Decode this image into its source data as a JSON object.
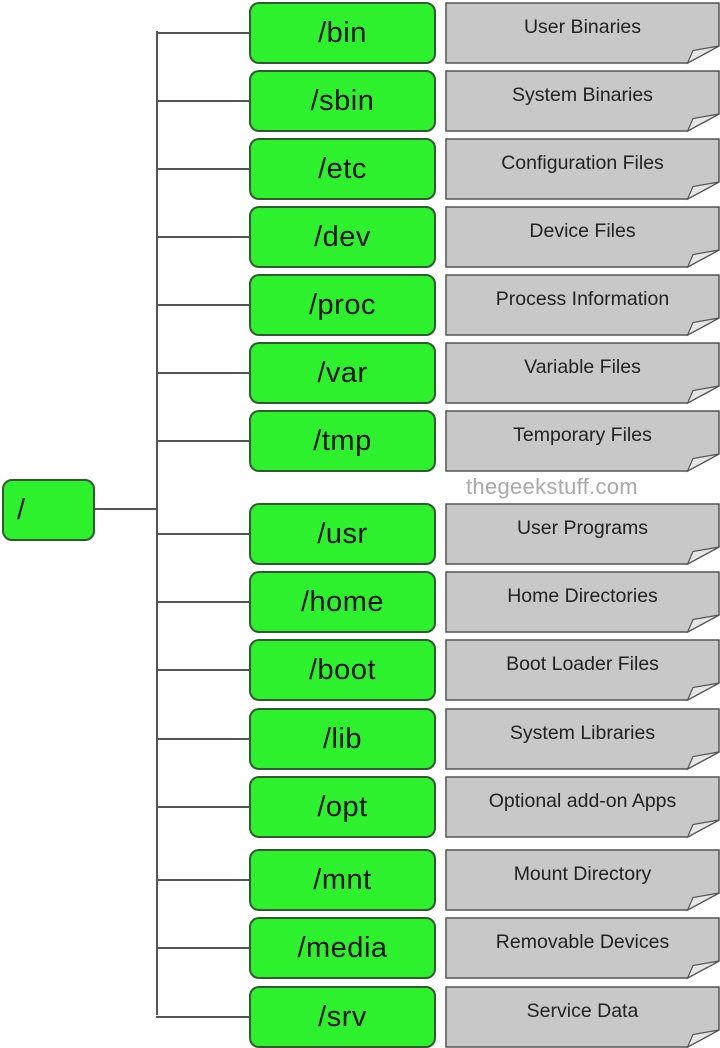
{
  "root": {
    "label": "/"
  },
  "watermark": "thegeekstuff.com",
  "colors": {
    "dir_fill": "#2df12d",
    "dir_border": "#2e5c2e",
    "note_fill": "#c8c8c8",
    "note_border": "#555555",
    "connector": "#555555"
  },
  "directories": [
    {
      "path": "/bin",
      "description": "User Binaries"
    },
    {
      "path": "/sbin",
      "description": "System Binaries"
    },
    {
      "path": "/etc",
      "description": "Configuration Files"
    },
    {
      "path": "/dev",
      "description": "Device Files"
    },
    {
      "path": "/proc",
      "description": "Process Information"
    },
    {
      "path": "/var",
      "description": "Variable Files"
    },
    {
      "path": "/tmp",
      "description": "Temporary Files"
    },
    {
      "path": "/usr",
      "description": "User Programs"
    },
    {
      "path": "/home",
      "description": "Home Directories"
    },
    {
      "path": "/boot",
      "description": "Boot Loader Files"
    },
    {
      "path": "/lib",
      "description": "System Libraries"
    },
    {
      "path": "/opt",
      "description": "Optional add-on Apps"
    },
    {
      "path": "/mnt",
      "description": "Mount Directory"
    },
    {
      "path": "/media",
      "description": "Removable Devices"
    },
    {
      "path": "/srv",
      "description": "Service Data"
    }
  ]
}
